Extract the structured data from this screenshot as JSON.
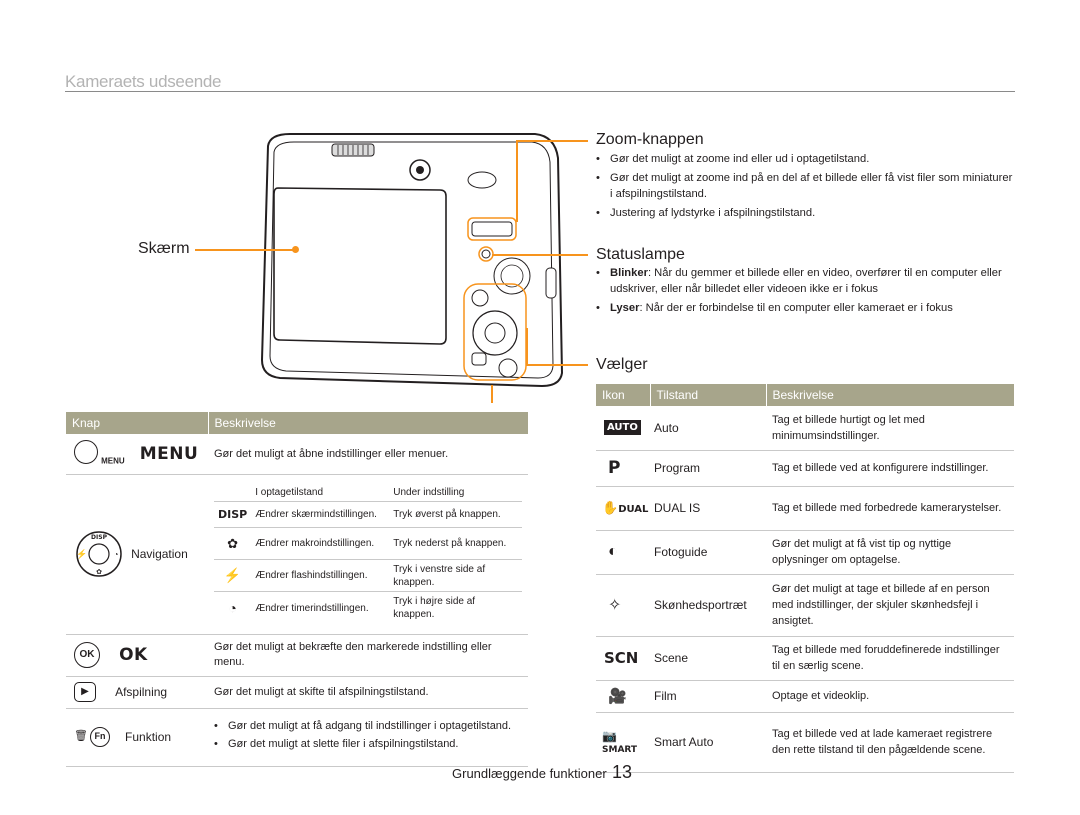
{
  "page": {
    "section_title": "Kameraets udseende",
    "footer_label": "Grundlæggende funktioner",
    "page_number": "13"
  },
  "callouts": {
    "screen": {
      "title": "Skærm"
    },
    "zoom": {
      "title": "Zoom-knappen",
      "bullets": [
        "Gør det muligt at zoome ind eller ud i optagetilstand.",
        "Gør det muligt at zoome ind på en del af et billede eller få vist filer som miniaturer i afspilningstilstand.",
        "Justering af lydstyrke i afspilningstilstand."
      ]
    },
    "status": {
      "title": "Statuslampe",
      "blink_label": "Blinker",
      "blink_text": ": Når du gemmer et billede eller en video, overfører til en computer eller udskriver, eller når billedet eller videoen ikke er i fokus",
      "light_label": "Lyser",
      "light_text": ": Når der er forbindelse til en computer eller kameraet er i fokus"
    },
    "selector": {
      "title": "Vælger"
    }
  },
  "button_table": {
    "headers": [
      "Knap",
      "Beskrivelse"
    ],
    "menu": {
      "icon_label": "MENU",
      "name": "MENU",
      "desc": "Gør det muligt at åbne indstillinger eller menuer."
    },
    "navigation": {
      "name": "Navigation",
      "sub_headers": [
        "I optagetilstand",
        "Under indstilling"
      ],
      "rows": [
        {
          "icon": "DISP",
          "shoot": "Ændrer skærmindstillingen.",
          "setting": "Tryk øverst på knappen."
        },
        {
          "icon": "macro-icon",
          "shoot": "Ændrer makroindstillingen.",
          "setting": "Tryk nederst på knappen."
        },
        {
          "icon": "flash-icon",
          "shoot": "Ændrer flashindstillingen.",
          "setting": "Tryk i venstre side af knappen."
        },
        {
          "icon": "timer-icon",
          "shoot": "Ændrer timerindstillingen.",
          "setting": "Tryk i højre side af knappen."
        }
      ]
    },
    "ok": {
      "icon_label": "OK",
      "name": "OK",
      "desc": "Gør det muligt at bekræfte den markerede indstilling eller menu."
    },
    "playback": {
      "name": "Afspilning",
      "desc": "Gør det muligt at skifte til afspilningstilstand."
    },
    "function": {
      "name": "Funktion",
      "bullets": [
        "Gør det muligt at få adgang til indstillinger i optagetilstand.",
        "Gør det muligt at slette filer i afspilningstilstand."
      ]
    }
  },
  "mode_table": {
    "headers": [
      "Ikon",
      "Tilstand",
      "Beskrivelse"
    ],
    "rows": [
      {
        "icon": "AUTO",
        "mode": "Auto",
        "desc": "Tag et billede hurtigt og let med minimumsindstillinger."
      },
      {
        "icon": "P",
        "mode": "Program",
        "desc": "Tag et billede ved at konfigurere indstillinger."
      },
      {
        "icon": "DUAL",
        "mode": "DUAL IS",
        "desc": "Tag et billede med forbedrede kamerarystelser."
      },
      {
        "icon": "guide-icon",
        "mode": "Fotoguide",
        "desc": "Gør det muligt at få vist tip og nyttige oplysninger om optagelse."
      },
      {
        "icon": "beauty-icon",
        "mode": "Skønhedsportræt",
        "desc": "Gør det muligt at tage et billede af en person med indstillinger, der skjuler skønhedsfejl i ansigtet."
      },
      {
        "icon": "SCN",
        "mode": "Scene",
        "desc": "Tag et billede med foruddefinerede indstillinger til en særlig scene."
      },
      {
        "icon": "movie-icon",
        "mode": "Film",
        "desc": "Optage et videoklip."
      },
      {
        "icon": "SMART",
        "mode": "Smart Auto",
        "desc": "Tag et billede ved at lade kameraet registrere den rette tilstand til den pågældende scene."
      }
    ]
  },
  "colors": {
    "accent": "#f7941d",
    "header_bg": "#a7a58b",
    "title_gray": "#b3b3b3"
  }
}
